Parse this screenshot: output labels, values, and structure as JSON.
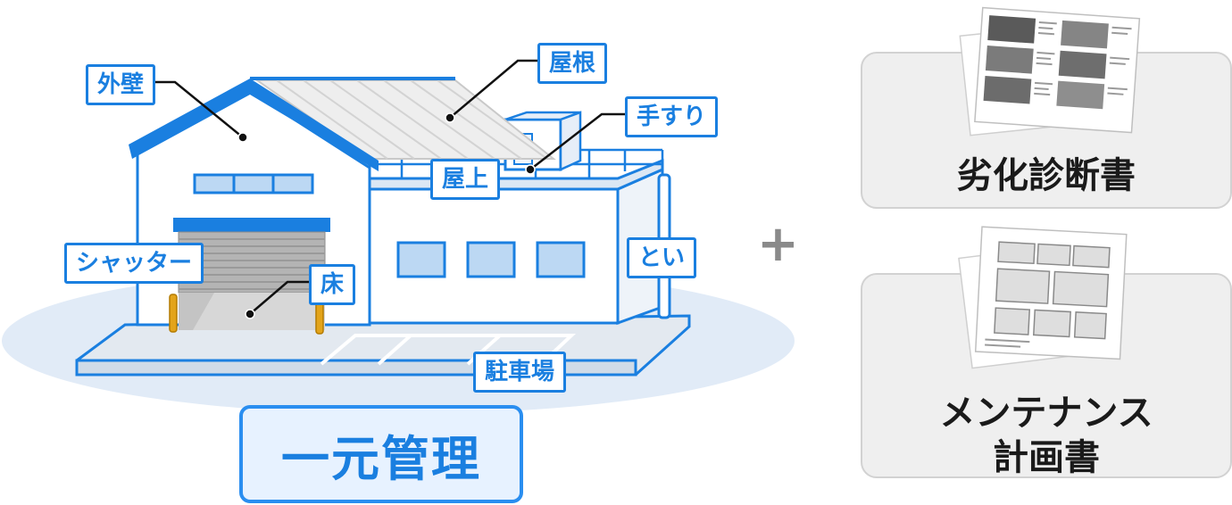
{
  "labels": {
    "gaiheki": "外壁",
    "yane": "屋根",
    "tesuri": "手すり",
    "okujo": "屋上",
    "shutter": "シャッター",
    "toi": "とい",
    "yuka": "床",
    "chushajo": "駐車場"
  },
  "center_label": "一元管理",
  "plus_sign": "+",
  "cards": {
    "rekka": "劣化診断書",
    "maintenance_line1": "メンテナンス",
    "maintenance_line2": "計画書"
  },
  "colors": {
    "accent_blue": "#1a7fe0",
    "ground": "#e1ebf7",
    "card_bg": "#efefef"
  }
}
